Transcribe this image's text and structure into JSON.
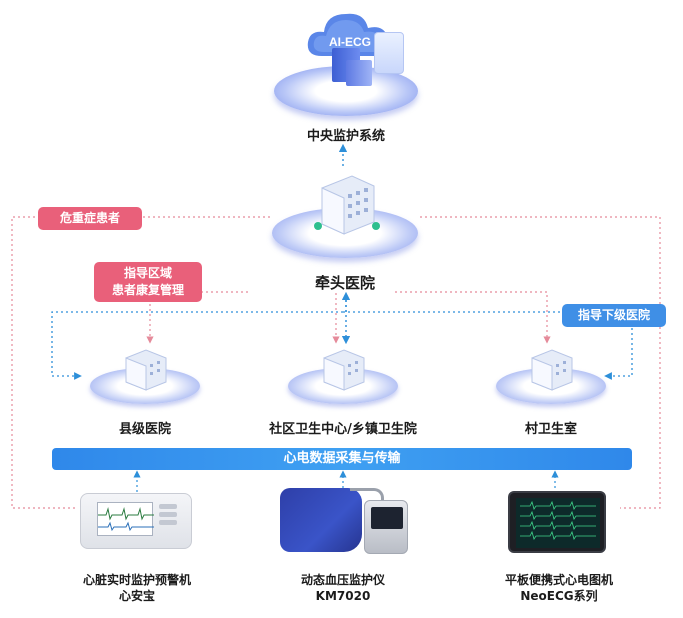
{
  "nodes": {
    "central": "中央监护系统",
    "hospital": "牵头医院",
    "county": "县级医院",
    "community": "社区卫生中心/乡镇卫生院",
    "village": "村卫生室"
  },
  "cloud_text": "AI-ECG",
  "tags": {
    "critical": "危重症患者",
    "guide_region_line1": "指导区域",
    "guide_region_line2": "患者康复管理",
    "guide_lower": "指导下级医院"
  },
  "bar_label": "心电数据采集与传输",
  "devices": [
    {
      "name": "心脏实时监护预警机",
      "model": "心安宝"
    },
    {
      "name": "动态血压监护仪",
      "model": "KM7020"
    },
    {
      "name": "平板便携式心电图机",
      "model": "NeoECG系列"
    }
  ],
  "colors": {
    "accent_blue": "#3f8fe6",
    "tag_pink": "#e9607a",
    "dotted_line": "#2d8fd9",
    "dotted_pink": "#e58a9a"
  }
}
